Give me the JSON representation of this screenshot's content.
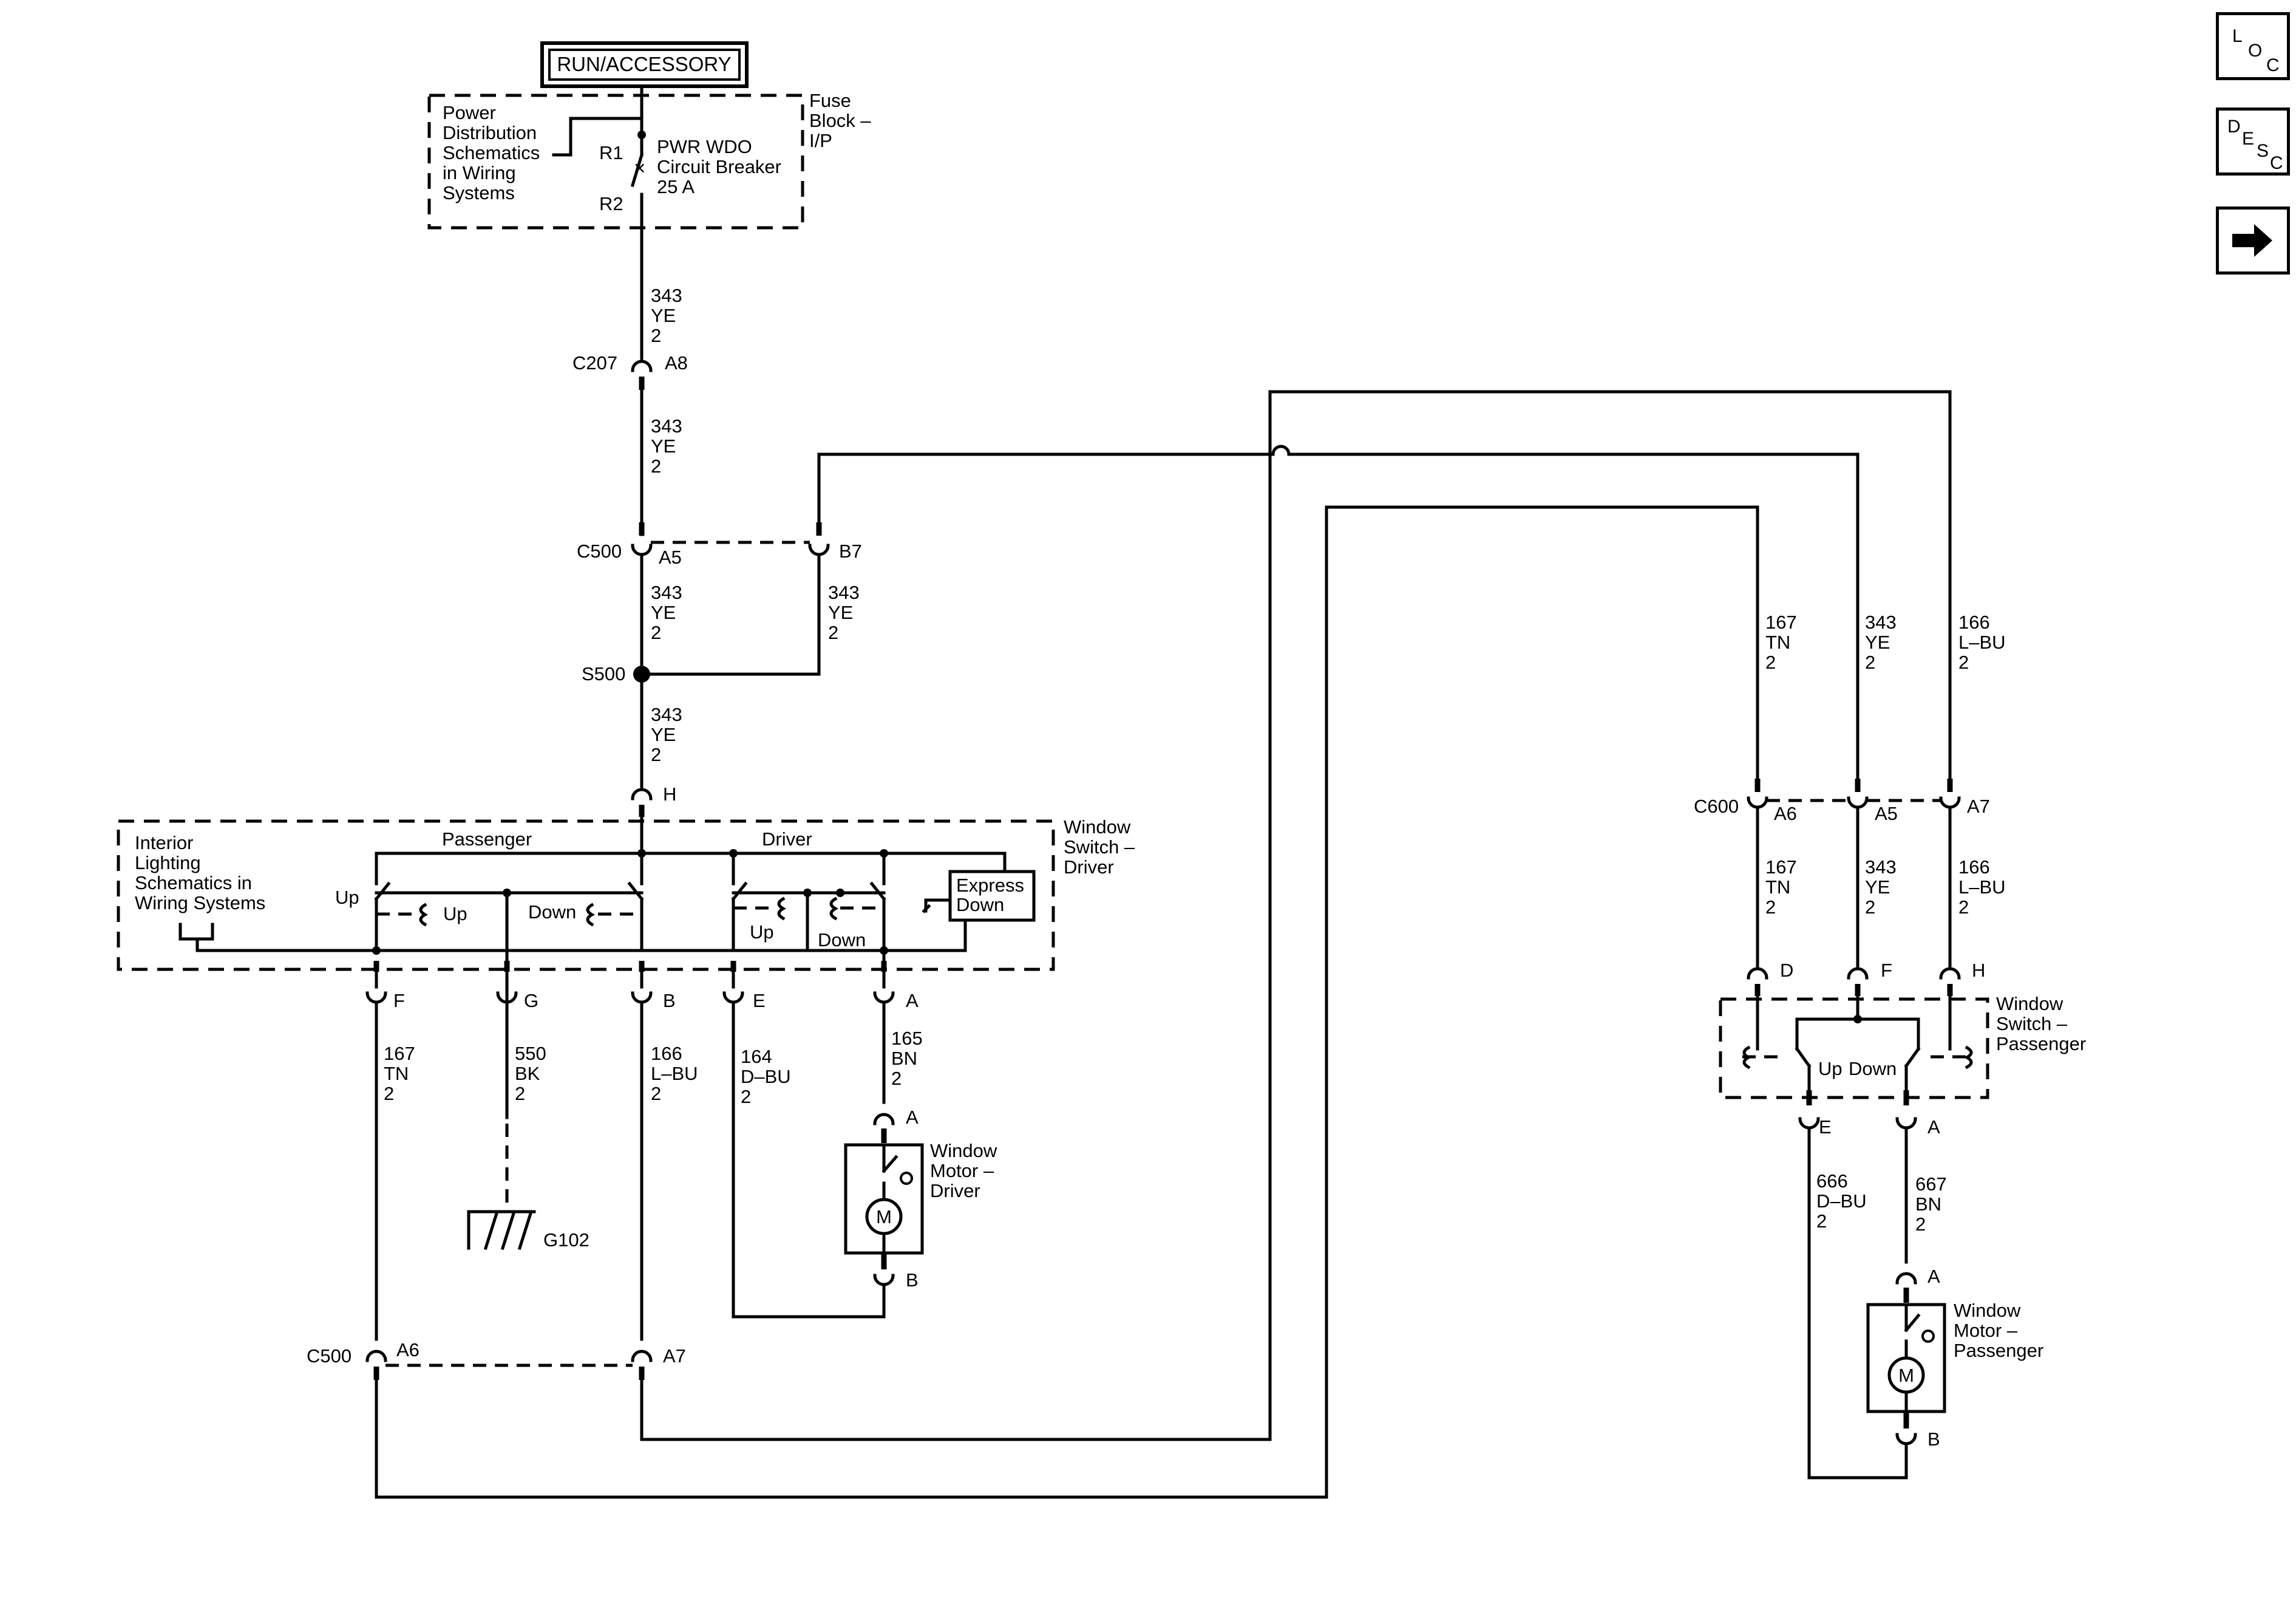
{
  "header": {
    "power_label": "RUN/ACCESSORY"
  },
  "fuse_block": {
    "title": [
      "Fuse",
      "Block –",
      "I/P"
    ],
    "ref_text": [
      "Power",
      "Distribution",
      "Schematics",
      "in Wiring",
      "Systems"
    ],
    "breaker": [
      "PWR WDO",
      "Circuit Breaker",
      "25 A"
    ],
    "pin_in": "R1",
    "pin_out": "R2"
  },
  "wires": {
    "w343_1": [
      "343",
      "YE",
      "2"
    ],
    "w343_2": [
      "343",
      "YE",
      "2"
    ],
    "w343_3": [
      "343",
      "YE",
      "2"
    ],
    "w343_4": [
      "343",
      "YE",
      "2"
    ],
    "w343_5": [
      "343",
      "YE",
      "2"
    ],
    "w167": [
      "167",
      "TN",
      "2"
    ],
    "w550": [
      "550",
      "BK",
      "2"
    ],
    "w166": [
      "166",
      "L–BU",
      "2"
    ],
    "w164": [
      "164",
      "D–BU",
      "2"
    ],
    "w165": [
      "165",
      "BN",
      "2"
    ],
    "w167r": [
      "167",
      "TN",
      "2"
    ],
    "w343r": [
      "343",
      "YE",
      "2"
    ],
    "w166r": [
      "166",
      "L–BU",
      "2"
    ],
    "w167r2": [
      "167",
      "TN",
      "2"
    ],
    "w343r2": [
      "343",
      "YE",
      "2"
    ],
    "w166r2": [
      "166",
      "L–BU",
      "2"
    ],
    "w666": [
      "666",
      "D–BU",
      "2"
    ],
    "w667": [
      "667",
      "BN",
      "2"
    ]
  },
  "connectors": {
    "c207": "C207",
    "c207_pin": "A8",
    "c500": "C500",
    "c500_a5": "A5",
    "c500_b7": "B7",
    "s500": "S500",
    "c500b": "C500",
    "c500b_a6": "A6",
    "c500b_a7": "A7",
    "c600": "C600",
    "c600_a6": "A6",
    "c600_a5": "A5",
    "c600_a7": "A7"
  },
  "driver_switch": {
    "title": [
      "Window",
      "Switch –",
      "Driver"
    ],
    "ref_text": [
      "Interior",
      "Lighting",
      "Schematics in",
      "Wiring Systems"
    ],
    "passenger_label": "Passenger",
    "driver_label": "Driver",
    "up": "Up",
    "up2": "Up",
    "down": "Down",
    "up3": "Up",
    "down2": "Down",
    "express": [
      "Express",
      "Down"
    ],
    "pins": {
      "h": "H",
      "f": "F",
      "g": "G",
      "b": "B",
      "e": "E",
      "a": "A"
    }
  },
  "ground": {
    "label": "G102"
  },
  "driver_motor": {
    "title": [
      "Window",
      "Motor –",
      "Driver"
    ],
    "symbol": "M",
    "pin_a": "A",
    "pin_b": "B"
  },
  "passenger_switch": {
    "title": [
      "Window",
      "Switch –",
      "Passenger"
    ],
    "up": "Up",
    "down": "Down",
    "pins": {
      "d": "D",
      "f": "F",
      "h": "H",
      "e": "E",
      "a": "A"
    }
  },
  "passenger_motor": {
    "title": [
      "Window",
      "Motor –",
      "Passenger"
    ],
    "symbol": "M",
    "pin_a": "A",
    "pin_b": "B"
  },
  "nav": {
    "loc": [
      "L",
      "O",
      "C"
    ],
    "desc": [
      "D",
      "E",
      "S",
      "C"
    ]
  }
}
